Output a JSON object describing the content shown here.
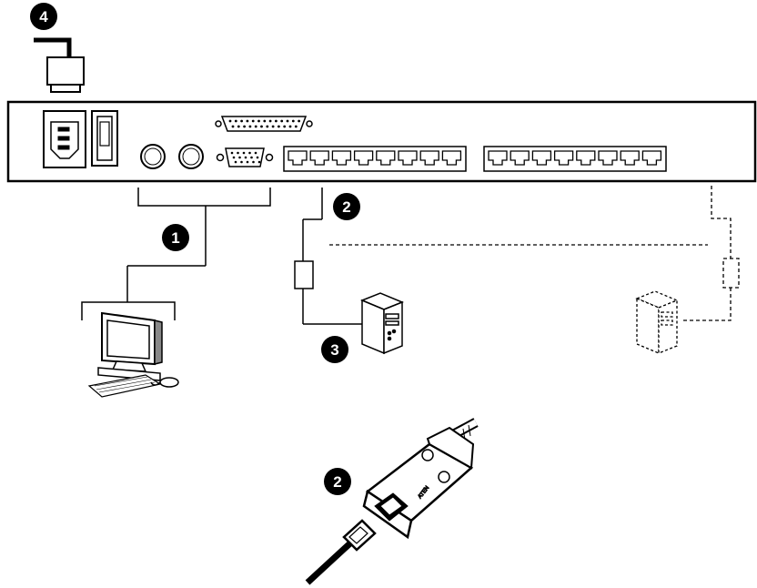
{
  "diagram": {
    "callouts": [
      {
        "id": "callout-1",
        "label": "1"
      },
      {
        "id": "callout-2-top",
        "label": "2"
      },
      {
        "id": "callout-3",
        "label": "3"
      },
      {
        "id": "callout-4",
        "label": "4"
      },
      {
        "id": "callout-2-bottom",
        "label": "2"
      }
    ],
    "adapter_brand": "ATEN"
  },
  "colors": {
    "line": "#000000",
    "badge": "#000000",
    "background": "#ffffff",
    "adapter_body": "#ffffff"
  }
}
